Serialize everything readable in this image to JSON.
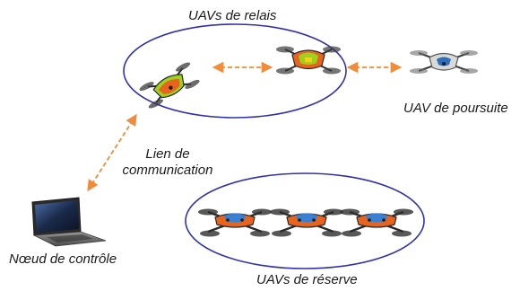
{
  "labels": {
    "relay_group": "UAVs de relais",
    "pursuit_uav": "UAV de poursuite",
    "link_line1": "Lien de",
    "link_line2": "communication",
    "control_node": "Nœud de contrôle",
    "reserve_group": "UAVs de réserve"
  },
  "colors": {
    "ellipse_stroke": "#3030b0",
    "link_arrow": "#f08c3a",
    "relay_drone_hull": "#e8641e",
    "relay_drone_accent": "#9bd21e",
    "reserve_drone_hull": "#e8641e",
    "reserve_drone_accent": "#3a7fd0",
    "pursuit_drone_hull": "#d9d9d9",
    "pursuit_drone_accent": "#2f6fb8"
  },
  "icons": {
    "relay_drones": [
      "drone-icon",
      "drone-icon"
    ],
    "pursuit_drone": "drone-icon",
    "reserve_drones": [
      "drone-icon",
      "drone-icon",
      "drone-icon"
    ],
    "control_node": "laptop-icon"
  }
}
